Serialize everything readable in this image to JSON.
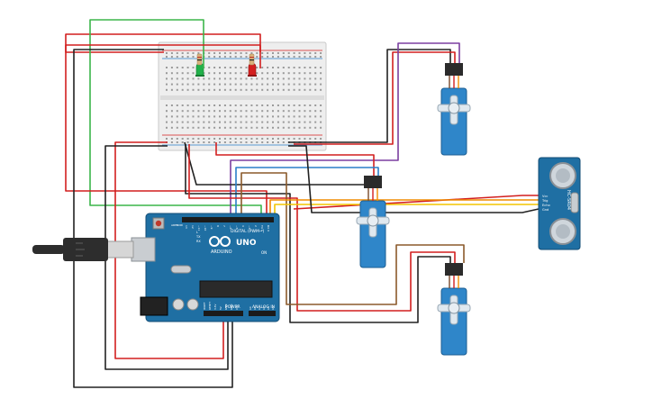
{
  "board": {
    "brand": "ARDUINO",
    "model": "UNO",
    "digital_label": "DIGITAL (PWM~)",
    "power_label": "POWER",
    "analog_label": "ANALOG IN",
    "on_label": "ON",
    "tx_label": "TX",
    "rx_label": "RX",
    "l_label": "L",
    "aref_label": "AREF",
    "gnd_label": "GND",
    "digital_pins": [
      "13",
      "12",
      "~11",
      "~10",
      "~9",
      "8",
      "7",
      "~6",
      "~5",
      "4",
      "~3",
      "2",
      "TX 1",
      "RX 0"
    ],
    "power_pins": [
      "IOREF",
      "RESET",
      "3.3V",
      "5V",
      "GND",
      "GND",
      "VIN"
    ],
    "analog_pins": [
      "A0",
      "A1",
      "A2",
      "A3",
      "A4",
      "A5"
    ]
  },
  "sensor": {
    "model": "HC-SR04",
    "pins": [
      "Vcc",
      "Trig",
      "Echo",
      "Gnd"
    ]
  },
  "colors": {
    "wire_red": "#d21f1f",
    "wire_black": "#222222",
    "wire_green": "#3bb54a",
    "wire_purple": "#7b3fa0",
    "wire_blue": "#2a7fc9",
    "wire_orange": "#f08c00",
    "wire_yellow": "#f2c500",
    "wire_brown": "#8b5a2b",
    "board": "#1f6fa3",
    "servo": "#2f86c9",
    "breadboard": "#eeeeee"
  }
}
